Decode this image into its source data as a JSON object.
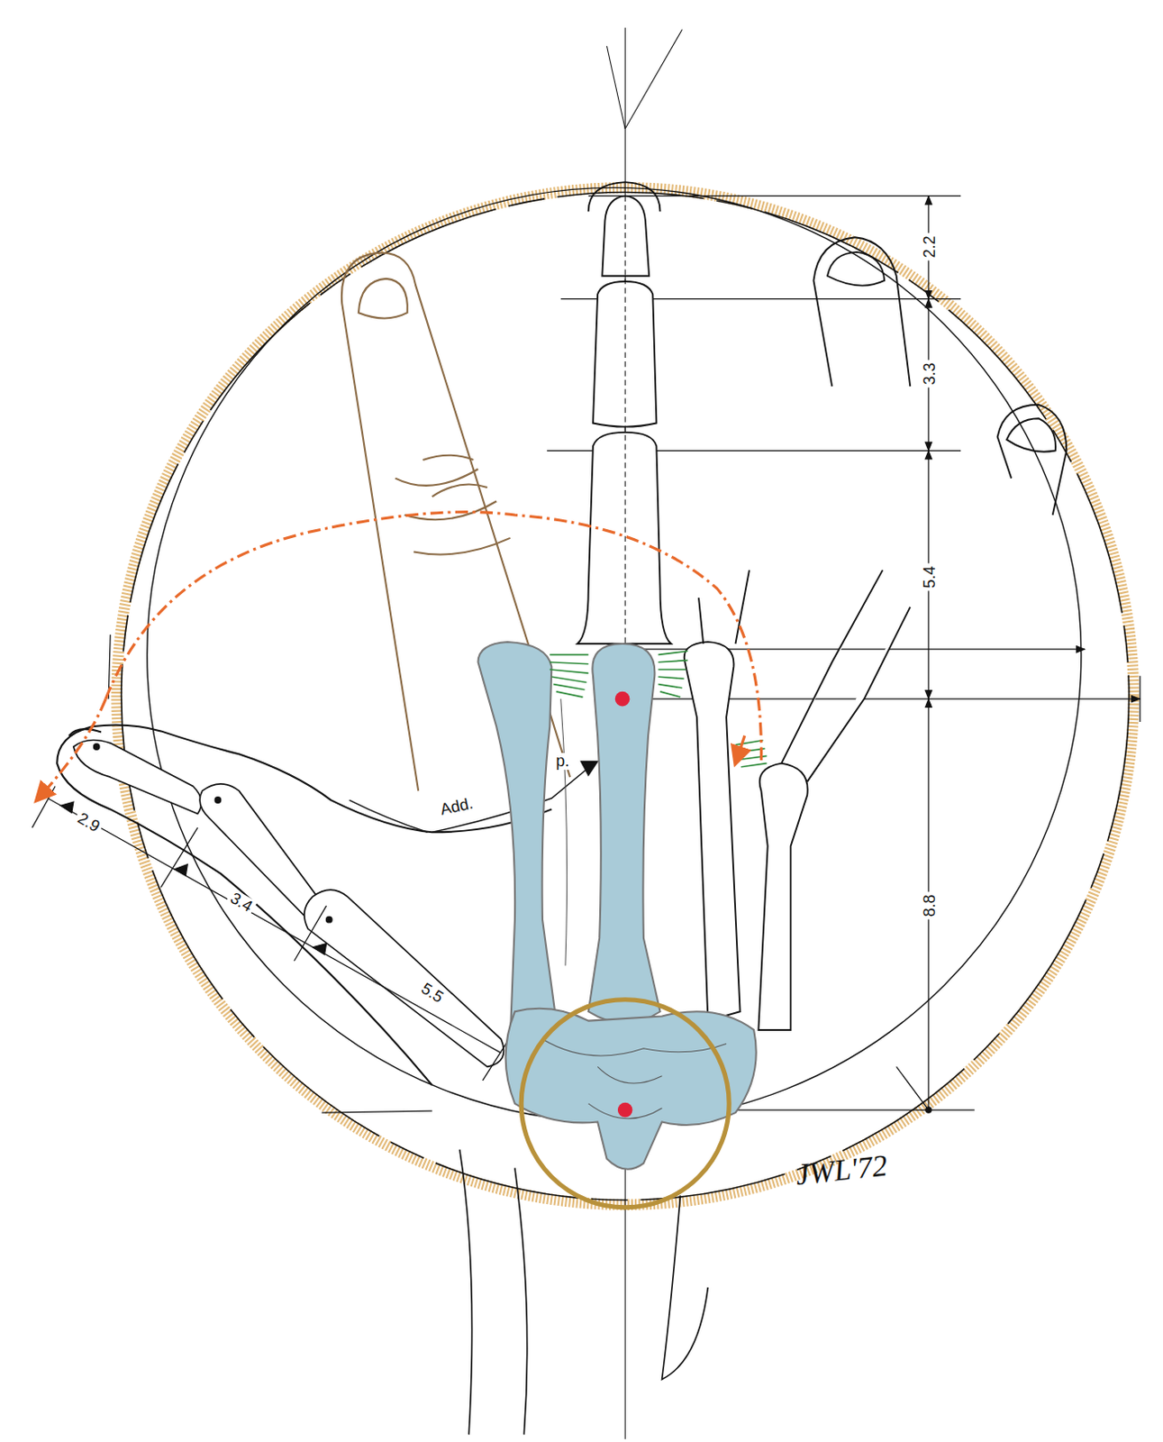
{
  "diagram": {
    "labels": [
      "2.2",
      "3.3",
      "5.4",
      "8.8",
      "2.9",
      "3.4",
      "5.5",
      "Add.",
      "p.",
      "JWL'72"
    ]
  }
}
